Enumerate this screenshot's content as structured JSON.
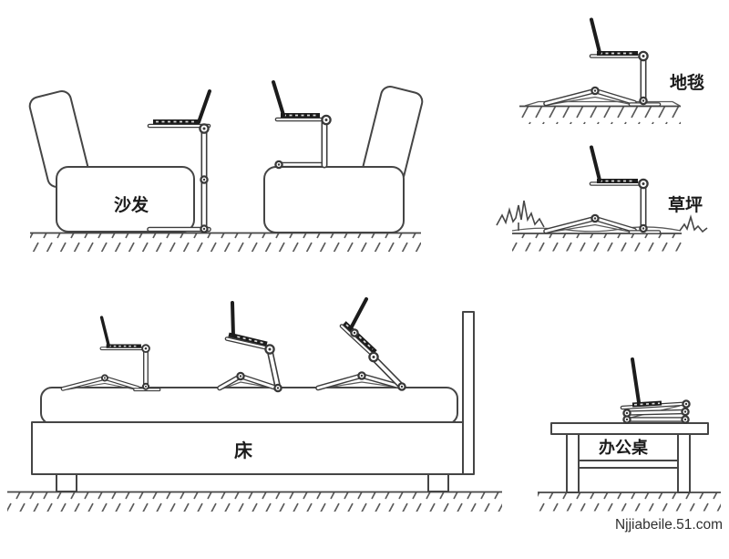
{
  "page": {
    "background": "#ffffff",
    "line_color": "#454545",
    "laptop_color": "#1c1c1c",
    "hatch_color": "#5a5a5a",
    "text_color": "#1b1b1b"
  },
  "watermark": "Njjiabeile.51.com",
  "scenes": {
    "sofa": {
      "label": "沙发"
    },
    "carpet": {
      "label": "地毯"
    },
    "lawn": {
      "label": "草坪"
    },
    "bed": {
      "label": "床"
    },
    "desk": {
      "label": "办公桌"
    }
  }
}
